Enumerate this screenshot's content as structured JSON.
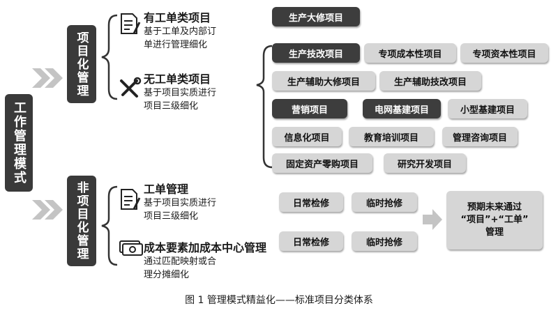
{
  "root": {
    "label": "工作管理模式"
  },
  "branch_project": {
    "label": "项目化管理"
  },
  "branch_nonproject": {
    "label": "非项目化管理"
  },
  "project_with_ticket": {
    "title": "有工单类项目",
    "desc_line1": "基于工单及内部订",
    "desc_line2": "单进行管理细化"
  },
  "project_without_ticket": {
    "title": "无工单类项目",
    "desc_line1": "基于项目实质进行",
    "desc_line2": "项目三级细化"
  },
  "ticket_management": {
    "title": "工单管理",
    "desc_line1": "基于项目实质进行",
    "desc_line2": "项目三级细化"
  },
  "cost_element": {
    "title": "成本要素加成本中心管理",
    "desc_line1": "通过匹配映射或合",
    "desc_line2": "理分摊细化"
  },
  "project_types": {
    "major_repair": "生产大修项目",
    "tech_reform": "生产技改项目",
    "special_cost": "专项成本性项目",
    "special_capital": "专项资本性项目",
    "aux_major_repair": "生产辅助大修项目",
    "aux_tech_reform": "生产辅助技改项目",
    "marketing": "营销项目",
    "grid_construction": "电网基建项目",
    "small_construction": "小型基建项目",
    "informatization": "信息化项目",
    "education_training": "教育培训项目",
    "management_consulting": "管理咨询项目",
    "fixed_asset_purchase": "固定资产零购项目",
    "research_development": "研究开发项目"
  },
  "work_types": {
    "routine_1": "日常检修",
    "emergency_1": "临时抢修",
    "routine_2": "日常检修",
    "emergency_2": "临时抢修"
  },
  "future": {
    "line1": "预期未来通过",
    "line2": "“项目”+“工单”",
    "line3": "管理"
  },
  "caption": "图 1 管理模式精益化——标准项目分类体系"
}
